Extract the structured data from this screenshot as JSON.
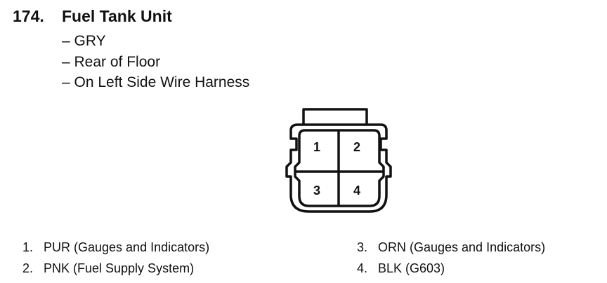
{
  "component": {
    "number": "174.",
    "name": "Fuel Tank Unit",
    "details": [
      "– GRY",
      "– Rear of Floor",
      "– On Left Side Wire Harness"
    ]
  },
  "connector": {
    "cavities": [
      "1",
      "2",
      "3",
      "4"
    ]
  },
  "pins": [
    {
      "num": "1.",
      "desc": "PUR (Gauges and Indicators)"
    },
    {
      "num": "2.",
      "desc": "PNK (Fuel Supply System)"
    },
    {
      "num": "3.",
      "desc": "ORN (Gauges and Indicators)"
    },
    {
      "num": "4.",
      "desc": "BLK (G603)"
    }
  ]
}
